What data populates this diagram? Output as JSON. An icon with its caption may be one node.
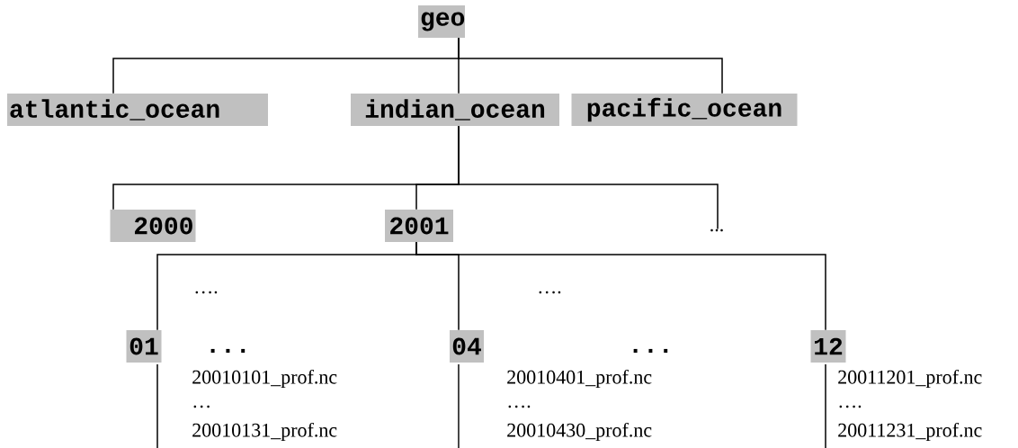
{
  "diagram": {
    "nodes": [
      {
        "text": [
          "geo"
        ]
      },
      {
        "text": [
          "atlantic_ocean"
        ]
      },
      {
        "text": [
          "indian_ocean"
        ]
      },
      {
        "text": [
          "pacific_ocean"
        ]
      },
      {
        "text": [
          "2000"
        ]
      },
      {
        "text": [
          "2001"
        ]
      },
      {
        "text": [
          "..."
        ]
      },
      {
        "text": [
          "01"
        ],
        "beside": [
          "...",
          "20010101_prof.nc",
          "…",
          "20010131_prof.nc"
        ]
      },
      {
        "text": [
          "04"
        ],
        "beside": [
          "...",
          "20010401_prof.nc",
          "….",
          "20010430_prof.nc"
        ]
      },
      {
        "text": [
          "12"
        ],
        "beside": [
          "20011201_prof.nc",
          "….",
          "20011231_prof.nc"
        ]
      }
    ],
    "edges": [
      {
        "from": 0,
        "to": 1,
        "arrow": "none"
      },
      {
        "from": 0,
        "to": 2,
        "arrow": "none"
      },
      {
        "from": 0,
        "to": 3,
        "arrow": "none"
      },
      {
        "from": 2,
        "to": 4,
        "arrow": "none"
      },
      {
        "from": 2,
        "to": 5,
        "arrow": "none"
      },
      {
        "from": 2,
        "to": 6,
        "arrow": "none"
      },
      {
        "from": 5,
        "to": 7,
        "arrow": "none"
      },
      {
        "from": 5,
        "to": 8,
        "arrow": "none"
      },
      {
        "from": 5,
        "to": 9,
        "arrow": "none"
      }
    ],
    "labels": [
      "….",
      "…."
    ]
  }
}
